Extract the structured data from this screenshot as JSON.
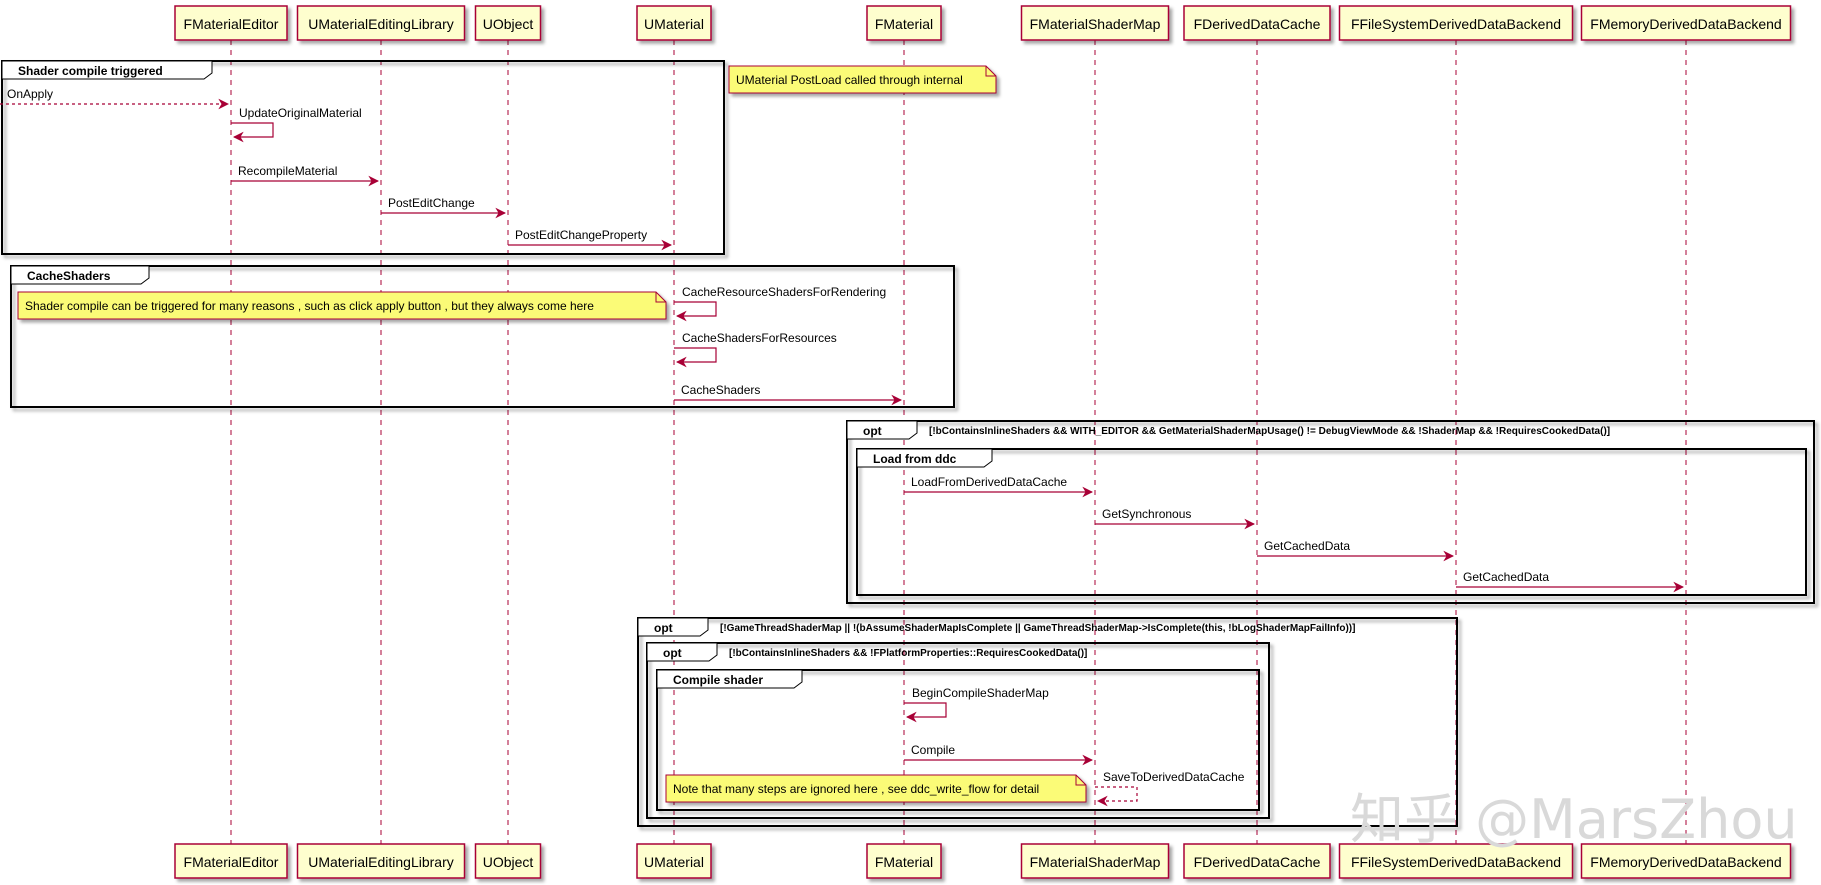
{
  "participants": [
    {
      "id": "FMaterialEditor",
      "label": "FMaterialEditor"
    },
    {
      "id": "UMaterialEditingLibrary",
      "label": "UMaterialEditingLibrary"
    },
    {
      "id": "UObject",
      "label": "UObject"
    },
    {
      "id": "UMaterial",
      "label": "UMaterial"
    },
    {
      "id": "FMaterial",
      "label": "FMaterial"
    },
    {
      "id": "FMaterialShaderMap",
      "label": "FMaterialShaderMap"
    },
    {
      "id": "FDerivedDataCache",
      "label": "FDerivedDataCache"
    },
    {
      "id": "FFileSystemDerivedDataBackend",
      "label": "FFileSystemDerivedDataBackend"
    },
    {
      "id": "FMemoryDerivedDataBackend",
      "label": "FMemoryDerivedDataBackend"
    }
  ],
  "frames": [
    {
      "id": "shader-compile-triggered",
      "label": "Shader compile triggered",
      "guard": ""
    },
    {
      "id": "cache-shaders",
      "label": "CacheShaders",
      "guard": ""
    },
    {
      "id": "opt-ddc",
      "label": "opt",
      "guard": "[!bContainsInlineShaders && WITH_EDITOR && GetMaterialShaderMapUsage() != DebugViewMode && !ShaderMap && !RequiresCookedData()]"
    },
    {
      "id": "load-from-ddc",
      "label": "Load from ddc",
      "guard": ""
    },
    {
      "id": "opt-gamethread",
      "label": "opt",
      "guard": "[!GameThreadShaderMap || !(bAssumeShaderMapIsComplete || GameThreadShaderMap->IsComplete(this, !bLogShaderMapFailInfo))]"
    },
    {
      "id": "opt-inline",
      "label": "opt",
      "guard": "[!bContainsInlineShaders && !FPlatformProperties::RequiresCookedData()]"
    },
    {
      "id": "compile-shader",
      "label": "Compile shader",
      "guard": ""
    }
  ],
  "messages": [
    {
      "from": "",
      "to": "FMaterialEditor",
      "label": "OnApply",
      "style": "dashed"
    },
    {
      "from": "FMaterialEditor",
      "to": "FMaterialEditor",
      "label": "UpdateOriginalMaterial",
      "style": "self"
    },
    {
      "from": "FMaterialEditor",
      "to": "UMaterialEditingLibrary",
      "label": "RecompileMaterial",
      "style": "solid"
    },
    {
      "from": "UMaterialEditingLibrary",
      "to": "UObject",
      "label": "PostEditChange",
      "style": "solid"
    },
    {
      "from": "UObject",
      "to": "UMaterial",
      "label": "PostEditChangeProperty",
      "style": "solid"
    },
    {
      "from": "UMaterial",
      "to": "UMaterial",
      "label": "CacheResourceShadersForRendering",
      "style": "self"
    },
    {
      "from": "UMaterial",
      "to": "UMaterial",
      "label": "CacheShadersForResources",
      "style": "self"
    },
    {
      "from": "UMaterial",
      "to": "FMaterial",
      "label": "CacheShaders",
      "style": "solid"
    },
    {
      "from": "FMaterial",
      "to": "FMaterialShaderMap",
      "label": "LoadFromDerivedDataCache",
      "style": "solid"
    },
    {
      "from": "FMaterialShaderMap",
      "to": "FDerivedDataCache",
      "label": "GetSynchronous",
      "style": "solid"
    },
    {
      "from": "FDerivedDataCache",
      "to": "FFileSystemDerivedDataBackend",
      "label": "GetCachedData",
      "style": "solid"
    },
    {
      "from": "FFileSystemDerivedDataBackend",
      "to": "FMemoryDerivedDataBackend",
      "label": "GetCachedData",
      "style": "solid"
    },
    {
      "from": "FMaterial",
      "to": "FMaterial",
      "label": "BeginCompileShaderMap",
      "style": "self"
    },
    {
      "from": "FMaterial",
      "to": "FMaterialShaderMap",
      "label": "Compile",
      "style": "solid"
    },
    {
      "from": "FMaterialShaderMap",
      "to": "FMaterialShaderMap",
      "label": "SaveToDerivedDataCache",
      "style": "self-dashed"
    }
  ],
  "notes": [
    {
      "id": "note-postload",
      "text": "UMaterial PostLoad called through internal"
    },
    {
      "id": "note-triggered",
      "text": "Shader compile can be triggered for many reasons , such as click apply button , but they always come here"
    },
    {
      "id": "note-ignored",
      "text": "Note that many steps are ignored here , see ddc_write_flow for detail"
    }
  ],
  "watermark": "知乎 @MarsZhou",
  "colors": {
    "participant_fill": "#FEFECE",
    "participant_border": "#A80036",
    "arrow": "#A80036",
    "note_fill": "#FBFB77",
    "frame_border": "#000000",
    "watermark": "#D9D9D9"
  }
}
